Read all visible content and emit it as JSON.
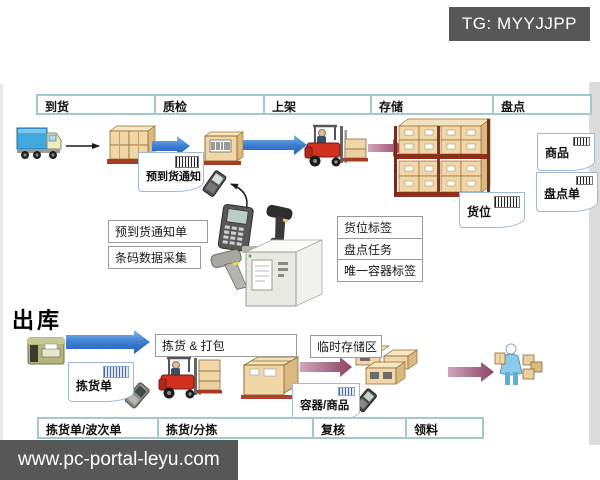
{
  "watermarks": {
    "telegram_badge": "TG: MYYJJPP",
    "website_badge": "www.pc-portal-leyu.com"
  },
  "inbound_stages": [
    "到货",
    "质检",
    "上架",
    "存储",
    "盘点"
  ],
  "outbound_stages": [
    "拣货单/波次单",
    "拣货/分拣",
    "复核",
    "领料"
  ],
  "titles": {
    "outbound": "出库"
  },
  "boxes": {
    "pre_arrival_notice_doc": "预到货通知单",
    "barcode_data_collection": "条码数据采集",
    "location_tag": "货位标签",
    "count_task": "盘点任务",
    "unique_container_tag": "唯一容器标签",
    "pick_and_pack": "拣货 & 打包",
    "temp_storage_area": "临时存储区"
  },
  "papers": {
    "pre_arrival_notice": "预到货通知",
    "location": "货位",
    "product": "商品",
    "count_sheet": "盘点单",
    "picking_list": "拣货单",
    "container_product": "容器/商品"
  },
  "colors": {
    "flow_arrow_blue": "#3c7ed2",
    "flow_arrow_pink": "#8d4166",
    "table_border": "#a3c8d2",
    "watermark_bg": "#575757",
    "carton_tan": "#f1d7a7",
    "forklift_red": "#d43020",
    "truck_blue": "#3fa9e0",
    "rack_maroon": "#8c2f1b"
  }
}
